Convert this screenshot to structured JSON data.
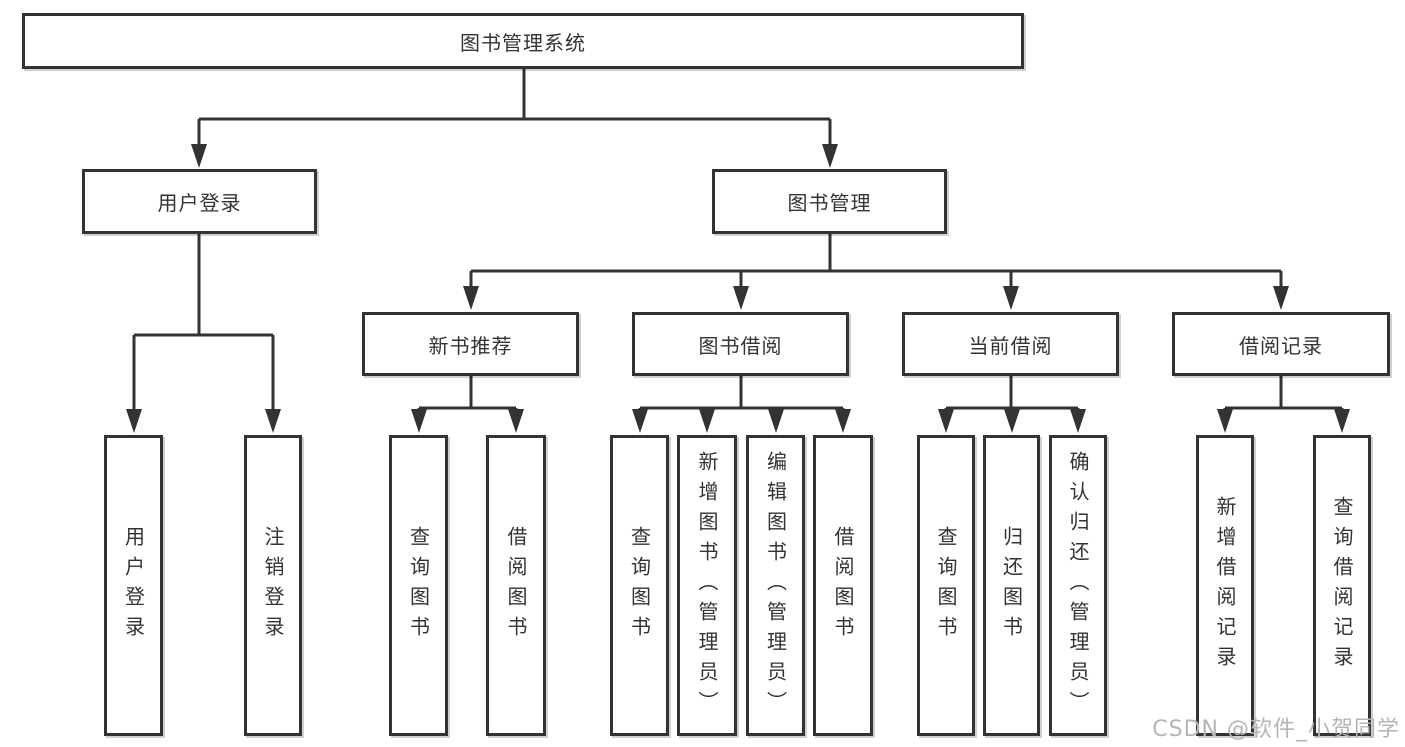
{
  "diagram": {
    "root": {
      "label": "图书管理系统"
    },
    "level1": [
      {
        "label": "用户登录"
      },
      {
        "label": "图书管理"
      }
    ],
    "level2": [
      {
        "label": "新书推荐"
      },
      {
        "label": "图书借阅"
      },
      {
        "label": "当前借阅"
      },
      {
        "label": "借阅记录"
      }
    ],
    "leaves": {
      "user_login_group": [
        {
          "label": "用户登录"
        },
        {
          "label": "注销登录"
        }
      ],
      "new_book_group": [
        {
          "label": "查询图书"
        },
        {
          "label": "借阅图书"
        }
      ],
      "book_borrow_group": [
        {
          "label": "查询图书"
        },
        {
          "label": "新增图书（管理员）"
        },
        {
          "label": "编辑图书（管理员）"
        },
        {
          "label": "借阅图书"
        }
      ],
      "current_borrow_group": [
        {
          "label": "查询图书"
        },
        {
          "label": "归还图书"
        },
        {
          "label": "确认归还（管理员）"
        }
      ],
      "borrow_record_group": [
        {
          "label": "新增借阅记录"
        },
        {
          "label": "查询借阅记录"
        }
      ]
    }
  },
  "watermark": {
    "text": "CSDN @软件_小贺同学"
  },
  "colors": {
    "line": "#333333",
    "text": "#333333",
    "node_background": "#ffffff",
    "watermark": "#b5b5b5",
    "background": "#ffffff"
  }
}
